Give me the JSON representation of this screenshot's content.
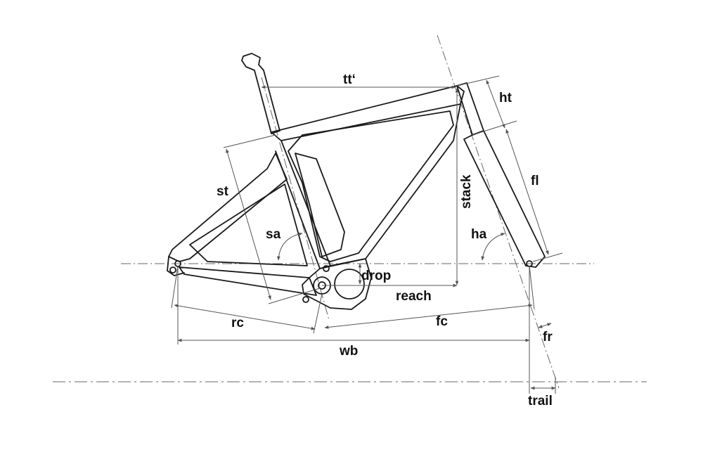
{
  "labels": {
    "tt": "tt‘",
    "ht": "ht",
    "stack": "stack",
    "fl": "fl",
    "st": "st",
    "sa": "sa",
    "ha": "ha",
    "drop": "drop",
    "reach": "reach",
    "rc": "rc",
    "fc": "fc",
    "fr": "fr",
    "wb": "wb",
    "trail": "trail"
  },
  "colors": {
    "frame": "#1a1a1a",
    "dimension": "#555555",
    "axis": "#666666",
    "label": "#111111"
  }
}
